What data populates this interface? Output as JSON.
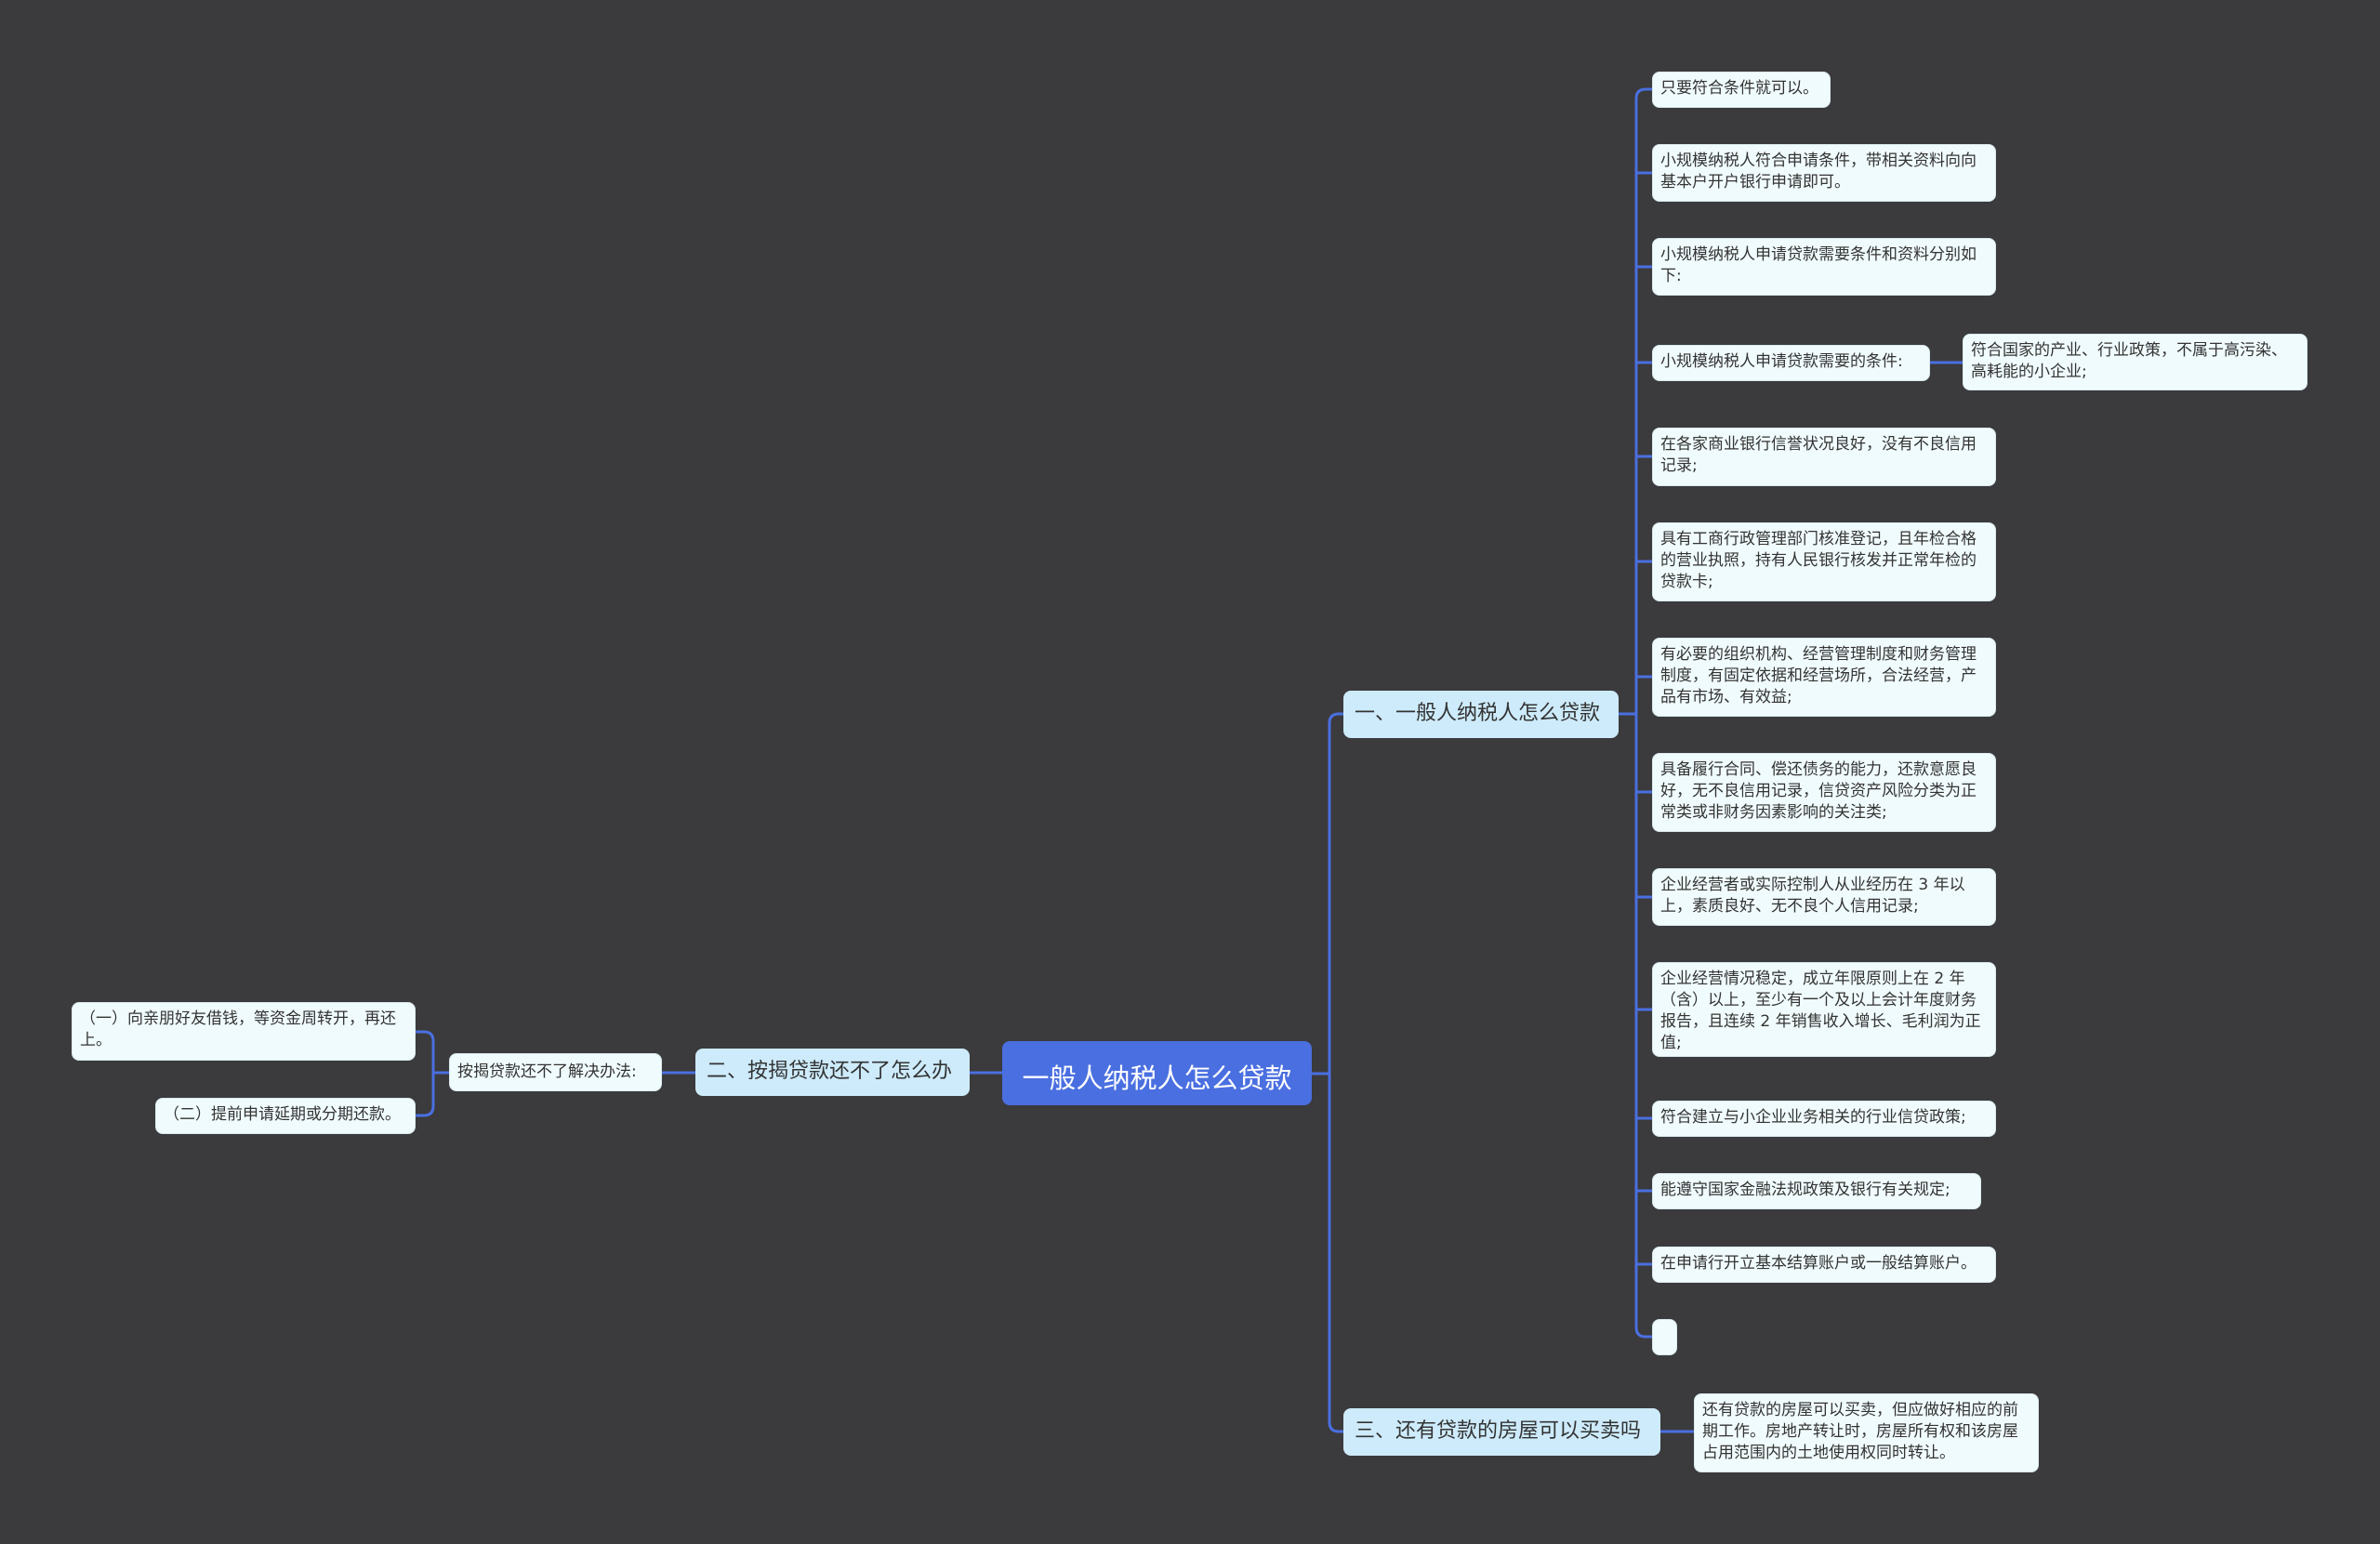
{
  "root": {
    "label": "一般人纳税人怎么贷款"
  },
  "branches": [
    {
      "label": "一、一般人纳税人怎么贷款",
      "children": [
        "只要符合条件就可以。",
        "小规模纳税人符合申请条件，带相关资料向向基本户开户银行申请即可。",
        "小规模纳税人申请贷款需要条件和资料分别如下:",
        "小规模纳税人申请贷款需要的条件:",
        "在各家商业银行信誉状况良好，没有不良信用记录;",
        "具有工商行政管理部门核准登记，且年检合格的营业执照，持有人民银行核发并正常年检的贷款卡;",
        "有必要的组织机构、经营管理制度和财务管理制度，有固定依据和经营场所，合法经营，产品有市场、有效益;",
        "具备履行合同、偿还债务的能力，还款意愿良好，无不良信用记录，信贷资产风险分类为正常类或非财务因素影响的关注类;",
        "企业经营者或实际控制人从业经历在 3 年以上，素质良好、无不良个人信用记录;",
        "企业经营情况稳定，成立年限原则上在 2 年（含）以上，至少有一个及以上会计年度财务报告，且连续 2 年销售收入增长、毛利润为正值;",
        "符合建立与小企业业务相关的行业信贷政策;",
        "能遵守国家金融法规政策及银行有关规定;",
        "在申请行开立基本结算账户或一般结算账户。",
        ""
      ],
      "sub_of_condition": "符合国家的产业、行业政策，不属于高污染、高耗能的小企业;"
    },
    {
      "label": "二、按揭贷款还不了怎么办",
      "child": "按揭贷款还不了解决办法:",
      "grandchildren": [
        "（一）向亲朋好友借钱，等资金周转开，再还上。",
        "（二）提前申请延期或分期还款。"
      ]
    },
    {
      "label": "三、还有贷款的房屋可以买卖吗",
      "child": "还有贷款的房屋可以买卖，但应做好相应的前期工作。房地产转让时，房屋所有权和该房屋占用范围内的土地使用权同时转让。"
    }
  ],
  "colors": {
    "background": "#3b3a3c",
    "root": "#4a6fe0",
    "branch": "#cdebfb",
    "leaf": "#f0fbfd",
    "link": "#4a6fe0"
  }
}
